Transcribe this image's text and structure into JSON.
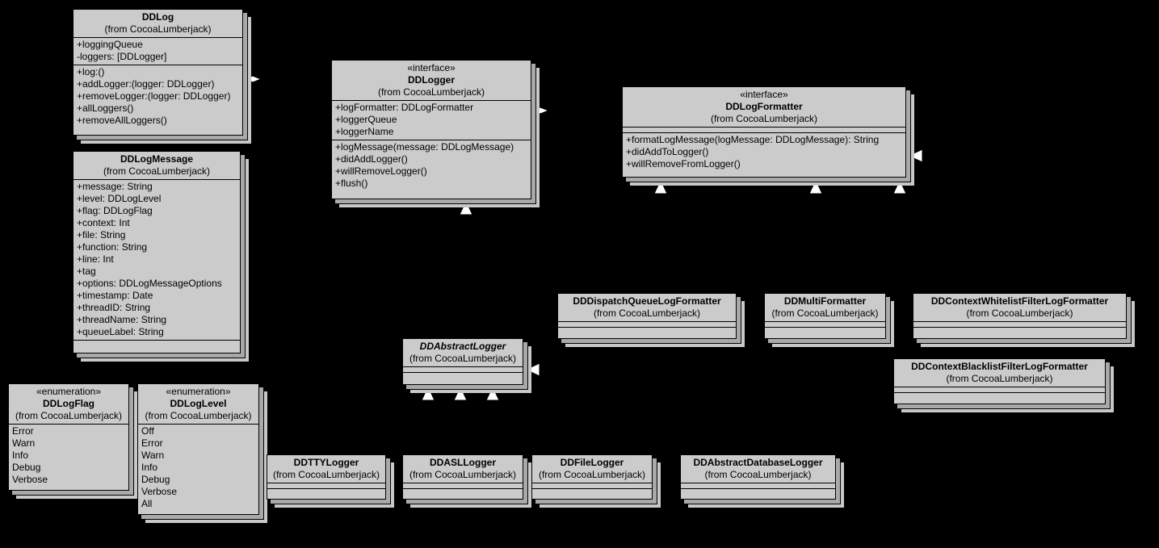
{
  "colors": {
    "background": "#000000",
    "class_fill": "#cbcbcb",
    "shadow": "#a9a9a9"
  },
  "classes": {
    "ddlog": {
      "name": "DDLog",
      "from": "(from CocoaLumberjack)",
      "attributes": [
        "+loggingQueue",
        "-loggers: [DDLogger]"
      ],
      "operations": [
        "+log:()",
        "+addLogger:(logger: DDLogger)",
        "+removeLogger:(logger: DDLogger)",
        "+allLoggers()",
        "+removeAllLoggers()"
      ]
    },
    "ddlogmessage": {
      "name": "DDLogMessage",
      "from": "(from CocoaLumberjack)",
      "attributes": [
        "+message: String",
        "+level: DDLogLevel",
        "+flag: DDLogFlag",
        "+context: Int",
        "+file: String",
        "+function: String",
        "+line: Int",
        "+tag",
        "+options: DDLogMessageOptions",
        "+timestamp: Date",
        "+threadID: String",
        "+threadName: String",
        "+queueLabel: String"
      ]
    },
    "ddlogger": {
      "stereotype": "«interface»",
      "name": "DDLogger",
      "from": "(from CocoaLumberjack)",
      "attributes": [
        "+logFormatter: DDLogFormatter",
        "+loggerQueue",
        "+loggerName"
      ],
      "operations": [
        "+logMessage(message: DDLogMessage)",
        "+didAddLogger()",
        "+willRemoveLogger()",
        "+flush()"
      ]
    },
    "ddlogformatter": {
      "stereotype": "«interface»",
      "name": "DDLogFormatter",
      "from": "(from CocoaLumberjack)",
      "operations": [
        "+formatLogMessage(logMessage: DDLogMessage): String",
        "+didAddToLogger()",
        "+willRemoveFromLogger()"
      ]
    },
    "dispatchqueue": {
      "name": "DDDispatchQueueLogFormatter",
      "from": "(from CocoaLumberjack)"
    },
    "multiformatter": {
      "name": "DDMultiFormatter",
      "from": "(from CocoaLumberjack)"
    },
    "whitelist": {
      "name": "DDContextWhitelistFilterLogFormatter",
      "from": "(from CocoaLumberjack)"
    },
    "blacklist": {
      "name": "DDContextBlacklistFilterLogFormatter",
      "from": "(from CocoaLumberjack)"
    },
    "abstractlogger": {
      "name": "DDAbstractLogger",
      "from": "(from CocoaLumberjack)"
    },
    "logflag": {
      "stereotype": "«enumeration»",
      "name": "DDLogFlag",
      "from": "(from CocoaLumberjack)",
      "literals": [
        "Error",
        "Warn",
        "Info",
        "Debug",
        "Verbose"
      ]
    },
    "loglevel": {
      "stereotype": "«enumeration»",
      "name": "DDLogLevel",
      "from": "(from CocoaLumberjack)",
      "literals": [
        "Off",
        "Error",
        "Warn",
        "Info",
        "Debug",
        "Verbose",
        "All"
      ]
    },
    "tty": {
      "name": "DDTTYLogger",
      "from": "(from CocoaLumberjack)"
    },
    "asl": {
      "name": "DDASLLogger",
      "from": "(from CocoaLumberjack)"
    },
    "file": {
      "name": "DDFileLogger",
      "from": "(from CocoaLumberjack)"
    },
    "database": {
      "name": "DDAbstractDatabaseLogger",
      "from": "(from CocoaLumberjack)"
    }
  }
}
